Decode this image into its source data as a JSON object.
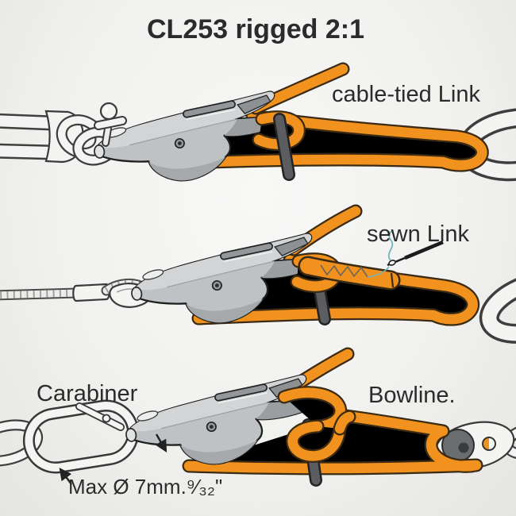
{
  "title": "CL253 rigged 2:1",
  "diagrams": [
    {
      "id": "cable-tied-link",
      "label": "cable-tied Link"
    },
    {
      "id": "sewn-link",
      "label": "sewn Link"
    },
    {
      "id": "carabiner-bowline",
      "label_left": "Carabiner",
      "label_right": "Bowline.",
      "annotation": "Max Ø 7mm.⁹⁄₃₂\""
    }
  ],
  "icons": {
    "pointer": "needle-icon",
    "retainer": "cable-tie-strap"
  },
  "colors": {
    "rope": "#f0921d",
    "rope_outline": "#3b2a14",
    "hardware": "#f4f5f3",
    "strap": "#5c5d61",
    "cleat_body": "#bfc2c4",
    "cleat_shade": "#a6a9ab",
    "thread": "#6fb3bd",
    "text": "#2b2b2b",
    "background": "#f1f1ef"
  }
}
